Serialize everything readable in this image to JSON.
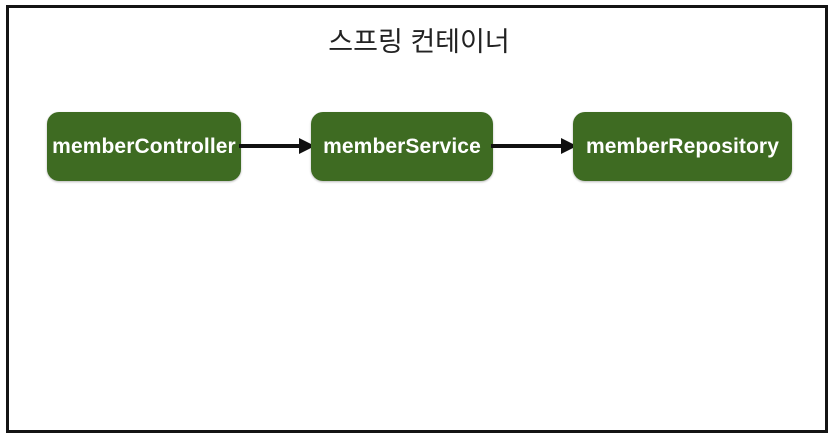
{
  "diagram": {
    "title": "스프링 컨테이너",
    "type": "flow",
    "frame": {
      "name": "spring-container",
      "border_color": "#141414"
    },
    "node_fill_color": "#3e6b22",
    "node_text_color": "#ffffff",
    "edge_color": "#111111",
    "nodes": [
      {
        "id": "memberController",
        "label": "memberController"
      },
      {
        "id": "memberService",
        "label": "memberService"
      },
      {
        "id": "memberRepository",
        "label": "memberRepository"
      }
    ],
    "edges": [
      {
        "from": "memberController",
        "to": "memberService",
        "style": "solid-arrow"
      },
      {
        "from": "memberService",
        "to": "memberRepository",
        "style": "solid-arrow"
      }
    ]
  }
}
